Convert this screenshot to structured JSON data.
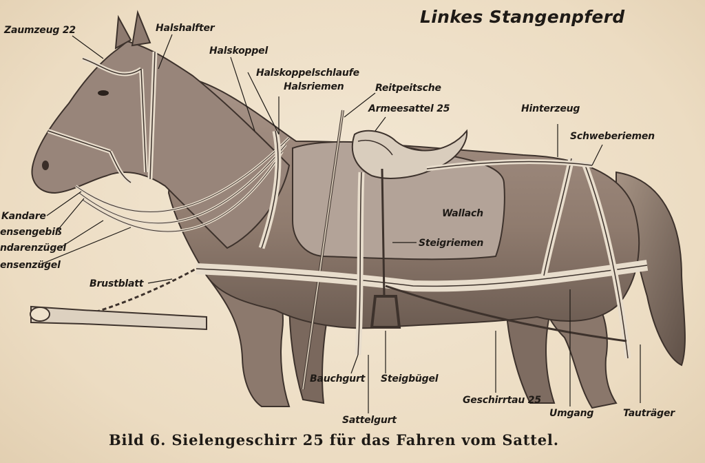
{
  "title": "Linkes Stangenpferd",
  "caption": "Bild 6. Sielengeschirr 25 für das Fahren vom Sattel.",
  "labels": {
    "zaumzeug": "Zaumzeug 22",
    "halshalfter": "Halshalfter",
    "halskoppel": "Halskoppel",
    "halskoppelschlaufe": "Halskoppelschlaufe",
    "halsriemen": "Halsriemen",
    "reitpeitsche": "Reitpeitsche",
    "armeesattel": "Armeesattel 25",
    "hinterzeug": "Hinterzeug",
    "schweberiemen": "Schweberiemen",
    "wallach": "Wallach",
    "steigriemen": "Steigriemen",
    "kandare": "Kandare",
    "trensengebiss": "ensengebiß",
    "kandarenzuegel": "ndarenzügel",
    "trensenzuegel": "ensenzügel",
    "brustblatt": "Brustblatt",
    "bauchgurt": "Bauchgurt",
    "steigbuegel": "Steigbügel",
    "sattelgurt": "Sattelgurt",
    "geschirrtau": "Geschirrtau 25",
    "umgang": "Umgang",
    "trautraeger": "Tauträger"
  },
  "colors": {
    "paper": "#efe2cc",
    "ink": "#1e1a16",
    "horse": "#9a8678",
    "horse_shadow": "#6f5f55",
    "leather": "#e8ddcc"
  }
}
